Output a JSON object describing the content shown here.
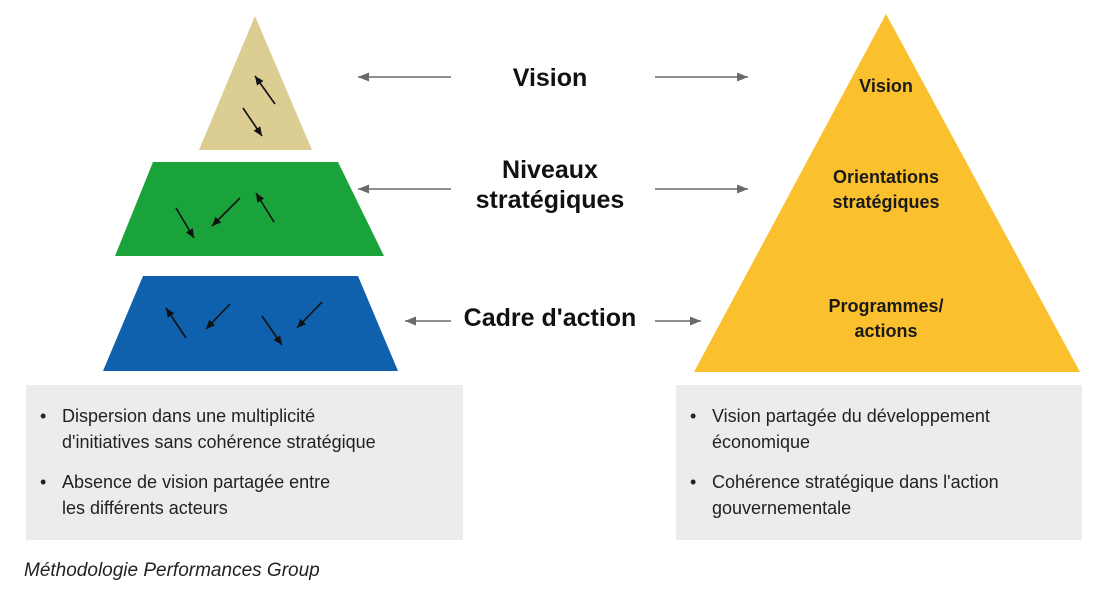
{
  "colors": {
    "top_left": "#dccd93",
    "middle_left": "#1aa33b",
    "bottom_left": "#0f60ad",
    "right_triangle": "#fbc02d",
    "box_bg": "#ececec",
    "arrow_gray": "#6a6a6a"
  },
  "center_labels": {
    "vision": "Vision",
    "niveaux_line1": "Niveaux",
    "niveaux_line2": "stratégiques",
    "cadre": "Cadre d'action"
  },
  "right_pyramid": {
    "vision": "Vision",
    "orientations_line1": "Orientations",
    "orientations_line2": "stratégiques",
    "programmes_line1": "Programmes/",
    "programmes_line2": "actions"
  },
  "left_box": {
    "items": [
      {
        "line1": "Dispersion dans une multiplicité",
        "line2": "d'initiatives sans cohérence stratégique"
      },
      {
        "line1": "Absence de vision partagée entre",
        "line2": "les différents acteurs"
      }
    ]
  },
  "right_box": {
    "items": [
      {
        "line1": "Vision partagée du développement",
        "line2": "économique"
      },
      {
        "line1": "Cohérence stratégique dans l'action",
        "line2": "gouvernementale"
      }
    ]
  },
  "bullet": "•",
  "caption": "Méthodologie Performances Group"
}
